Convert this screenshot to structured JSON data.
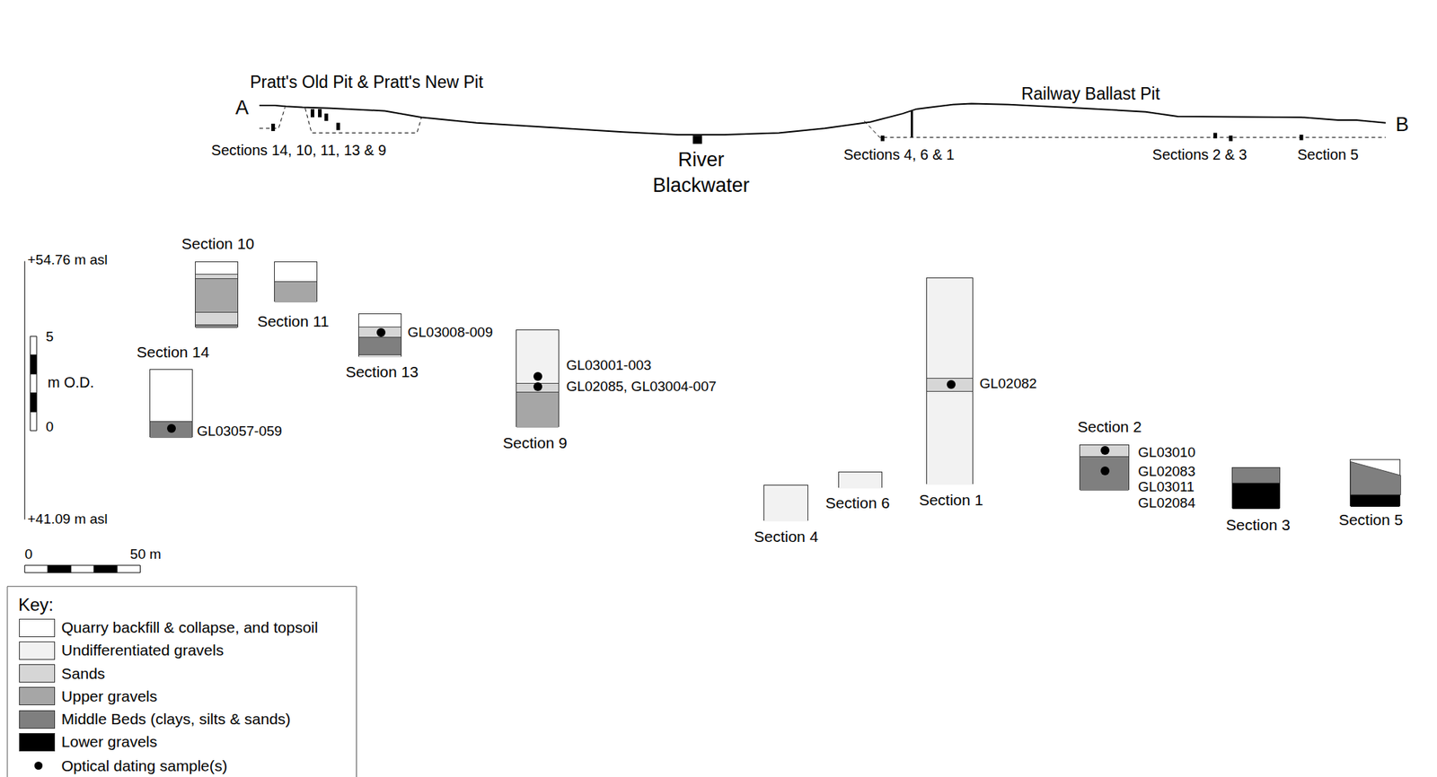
{
  "diagram": {
    "nodes": [
      {
        "text": [
          "Section 14",
          "GL03057-059"
        ]
      },
      {
        "text": [
          "Section 10"
        ]
      },
      {
        "text": [
          "Section 11"
        ]
      },
      {
        "text": [
          "Section 13",
          "GL03008-009"
        ]
      },
      {
        "text": [
          "Section 9",
          "GL03001-003",
          "GL02085, GL03004-007"
        ]
      },
      {
        "text": [
          "Section 4"
        ]
      },
      {
        "text": [
          "Section 6"
        ]
      },
      {
        "text": [
          "Section 1",
          "GL02082"
        ]
      },
      {
        "text": [
          "Section 2",
          "GL03010",
          "GL02083",
          "GL03011",
          "GL02084"
        ]
      },
      {
        "text": [
          "Section 3"
        ]
      },
      {
        "text": [
          "Section 5"
        ]
      }
    ],
    "labels": [
      "Pratt's Old Pit & Pratt's New Pit",
      "A",
      "Sections 14, 10, 11, 13 & 9",
      "River Blackwater",
      "Railway Ballast Pit",
      "B",
      "Sections 4, 6 & 1",
      "Sections 2 & 3",
      "Section 5",
      "+54.76 m asl",
      "5",
      "m O.D.",
      "0",
      "+41.09 m asl",
      "0",
      "50 m",
      "Key:"
    ],
    "legend": [
      {
        "text": "Quarry backfill & collapse, and topsoil",
        "color": "#ffffff"
      },
      {
        "text": "Undifferentiated gravels",
        "color": "#f2f2f2"
      },
      {
        "text": "Sands",
        "color": "#d6d6d6"
      },
      {
        "text": "Upper gravels",
        "color": "#a6a6a6"
      },
      {
        "text": "Middle Beds (clays, silts & sands)",
        "color": "#7f7f7f"
      },
      {
        "text": "Lower gravels",
        "color": "#000000"
      },
      {
        "text": "Optical dating sample(s)"
      }
    ]
  }
}
